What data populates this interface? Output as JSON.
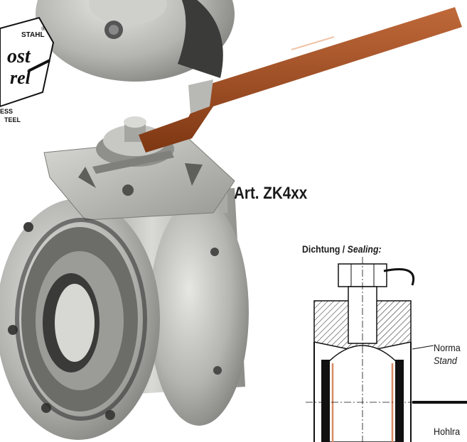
{
  "article": {
    "label": "Art. ZK4xx"
  },
  "sealing": {
    "label_de": "Dichtung /",
    "label_en": "Sealing:"
  },
  "drawing": {
    "label_normal": "Norma",
    "label_standard": "Stand",
    "label_hohlraum": "Hohlra"
  },
  "logo": {
    "text_top": "STAHL",
    "text_mid1": "ost",
    "text_mid2": "rel",
    "text_bottom1": "ESS",
    "text_bottom2": "TEEL"
  },
  "colors": {
    "handle": "#9c4a1f",
    "steel": "#b9bab6",
    "steel_dark": "#6f706c",
    "gasket": "#2a2a2a",
    "sealing_ring": "#d98a64"
  }
}
